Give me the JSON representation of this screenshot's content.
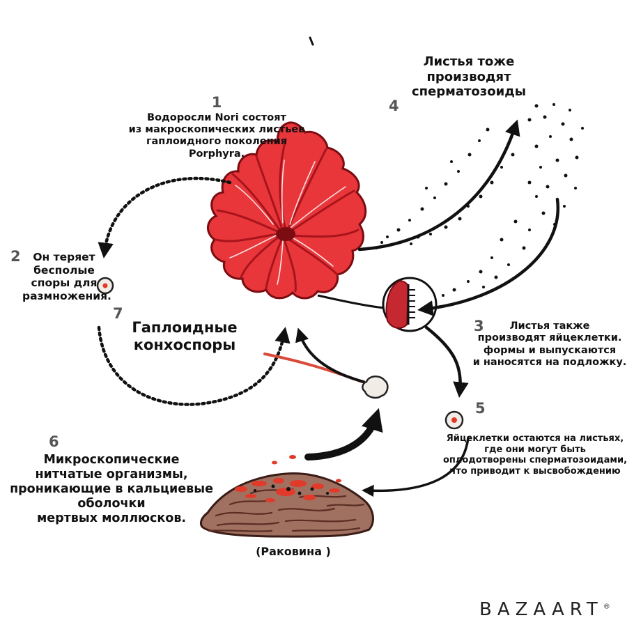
{
  "steps": [
    {
      "num": "1",
      "text": "Водоросли Nori состоят\nиз макроскопических  листьев\nгаплоидного поколения Porphyra."
    },
    {
      "num": "2",
      "text": "Он теряет\nбесполые\nспоры для\nразмножения."
    },
    {
      "num": "3",
      "text": "Листья также\nпроизводят яйцеклетки.\nформы и выпускаются\nи наносятся на подложку."
    },
    {
      "num": "4",
      "text": "Листья тоже\nпроизводят\nсперматозоиды"
    },
    {
      "num": "5",
      "text": "Яйцеклетки остаются на листьях,\nгде они могут быть\nоплодотворены сперматозоидами,\nчто приводит к высвобождению"
    },
    {
      "num": "6",
      "text": "Микроскопические\nнитчатые организмы,\nпроникающие в кальциевые\nоболочки\nмертвых моллюсков."
    },
    {
      "num": "7",
      "text": "Гаплоидные\nконхоспоры"
    }
  ],
  "shell_label": "(Раковина )",
  "brand": {
    "name": "BAZAART",
    "mark": "®"
  },
  "colors": {
    "frond": "#e8363a",
    "frond_dark": "#a8141c",
    "shell": "#a07060",
    "shell_stripe": "#5a2e24",
    "spore_core": "#e23a2a",
    "egg_fill": "#c62832"
  }
}
